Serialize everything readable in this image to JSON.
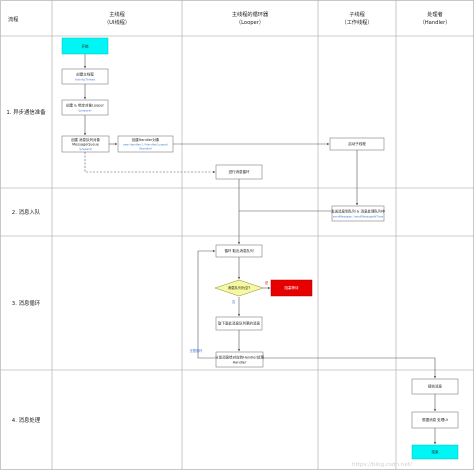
{
  "header": {
    "col0": "流程",
    "col1_line1": "主线程",
    "col1_line2": "（UI线程）",
    "col2_line1": "主线程的循环器",
    "col2_line2": "（Looper）",
    "col3_line1": "子线程",
    "col3_line2": "（工作线程）",
    "col4_line1": "处理者",
    "col4_line2": "（Handler）"
  },
  "phases": [
    "1. 异步通信准备",
    "2. 消息入队",
    "3. 消息循环",
    "4. 消息处理"
  ],
  "nodes": {
    "start": {
      "title": "开始"
    },
    "create_main": {
      "title": "创建主线程",
      "sub": "ActivityThread"
    },
    "create_looper": {
      "title": "创建 & 绑定对象Looper",
      "sub": "（prepare）"
    },
    "create_queue": {
      "title": "创建 消息队列对象",
      "title2": "MessageQueue",
      "sub": "（prepare）"
    },
    "create_handler": {
      "title": "创建Handler对象",
      "sub": "new Handler() / Handler(Looper)",
      "sub2": "（Handler）"
    },
    "start_sub": {
      "title": "启动子线程"
    },
    "enter_loop": {
      "title": "进行消息循环"
    },
    "send_msg": {
      "title": "发送消息到队列 & 消息处理队列中",
      "sub": "sendMessage / sendMessageAtTime"
    },
    "loop_get": {
      "title": "循环 取出消息队列"
    },
    "decision": {
      "title": "消息队列为空?"
    },
    "block": {
      "title": "阻塞等待"
    },
    "fetch_msg": {
      "title": "取下面此消息队列里的消息"
    },
    "dispatch": {
      "title": "分发消息给对应的Handler处理",
      "sub": "Handler"
    },
    "receive": {
      "title": "接收消息"
    },
    "handle": {
      "title": "根据消息 处理UI"
    },
    "end": {
      "title": "结束"
    }
  },
  "edge_labels": {
    "yes": "是",
    "no": "否",
    "loop_back": "无限循环"
  },
  "watermark": "https://blog.csdn.net/"
}
